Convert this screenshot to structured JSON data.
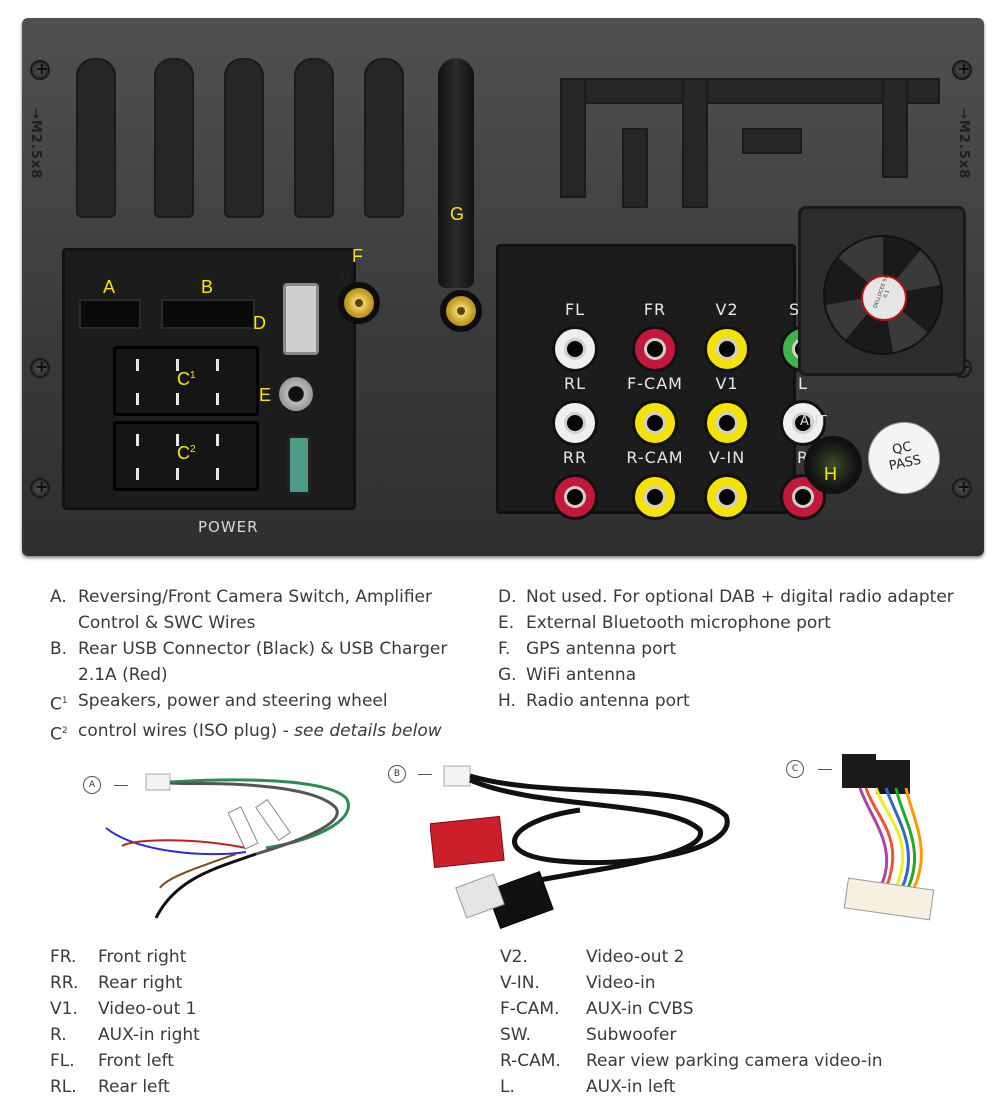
{
  "unit": {
    "side_text_left": "→M2.5x8",
    "side_text_right": "→M2.5x8",
    "power_label": "POWER",
    "ant_label": "ANT",
    "qc_badge": {
      "line1": "QC",
      "line2": "PASS"
    },
    "fan_sticker": "DELLOCEE 5V 0.1",
    "port_labels": {
      "A": "A",
      "B": "B",
      "C1": "C",
      "C2": "C",
      "D": "D",
      "E": "E",
      "F": "F",
      "G": "G",
      "H": "H",
      "G_small": "G",
      "sup1": "1",
      "sup2": "2"
    },
    "rca_jacks": [
      {
        "label": "FL",
        "color": "#efefef"
      },
      {
        "label": "FR",
        "color": "#c2193a"
      },
      {
        "label": "V2",
        "color": "#f4e200"
      },
      {
        "label": "SW",
        "color": "#3fb34a"
      },
      {
        "label": "RL",
        "color": "#efefef"
      },
      {
        "label": "F-CAM",
        "color": "#f4e200"
      },
      {
        "label": "V1",
        "color": "#f4e200"
      },
      {
        "label": "L",
        "color": "#efefef"
      },
      {
        "label": "RR",
        "color": "#c2193a"
      },
      {
        "label": "R-CAM",
        "color": "#f4e200"
      },
      {
        "label": "V-IN",
        "color": "#f4e200"
      },
      {
        "label": "R",
        "color": "#c2193a"
      }
    ]
  },
  "legend_left": [
    {
      "key": "A.",
      "text": "Reversing/Front Camera Switch, Amplifier"
    },
    {
      "key": "",
      "text": "Control & SWC Wires"
    },
    {
      "key": "B.",
      "text": "Rear USB Connector (Black) & USB Charger"
    },
    {
      "key": "",
      "text": "2.1A (Red)"
    },
    {
      "key": "C",
      "sup": "1",
      "text": "Speakers, power and steering wheel"
    },
    {
      "key": "C",
      "sup": "2",
      "text": "control wires (ISO plug) - ",
      "italic": "see details below"
    }
  ],
  "legend_right": [
    {
      "key": "D.",
      "text": "Not used.  For optional DAB + digital radio adapter"
    },
    {
      "key": "E.",
      "text": "External Bluetooth microphone port"
    },
    {
      "key": "F.",
      "text": "GPS antenna port"
    },
    {
      "key": "G.",
      "text": "WiFi antenna"
    },
    {
      "key": "H.",
      "text": "Radio antenna port"
    }
  ],
  "cables": [
    {
      "tag": "A"
    },
    {
      "tag": "B"
    },
    {
      "tag": "C"
    }
  ],
  "abbr_left": [
    {
      "code": "FR.",
      "meaning": "Front right"
    },
    {
      "code": "RR.",
      "meaning": "Rear right"
    },
    {
      "code": "V1.",
      "meaning": "Video-out 1"
    },
    {
      "code": "R.",
      "meaning": "AUX-in right"
    },
    {
      "code": "FL.",
      "meaning": "Front left"
    },
    {
      "code": "RL.",
      "meaning": "Rear left"
    }
  ],
  "abbr_right": [
    {
      "code": "V2.",
      "meaning": "Video-out 2"
    },
    {
      "code": "V-IN.",
      "meaning": "Video-in"
    },
    {
      "code": "F-CAM.",
      "meaning": "AUX-in CVBS"
    },
    {
      "code": "SW.",
      "meaning": "Subwoofer"
    },
    {
      "code": "R-CAM.",
      "meaning": "Rear view parking camera video-in"
    },
    {
      "code": "L.",
      "meaning": "AUX-in left"
    }
  ]
}
